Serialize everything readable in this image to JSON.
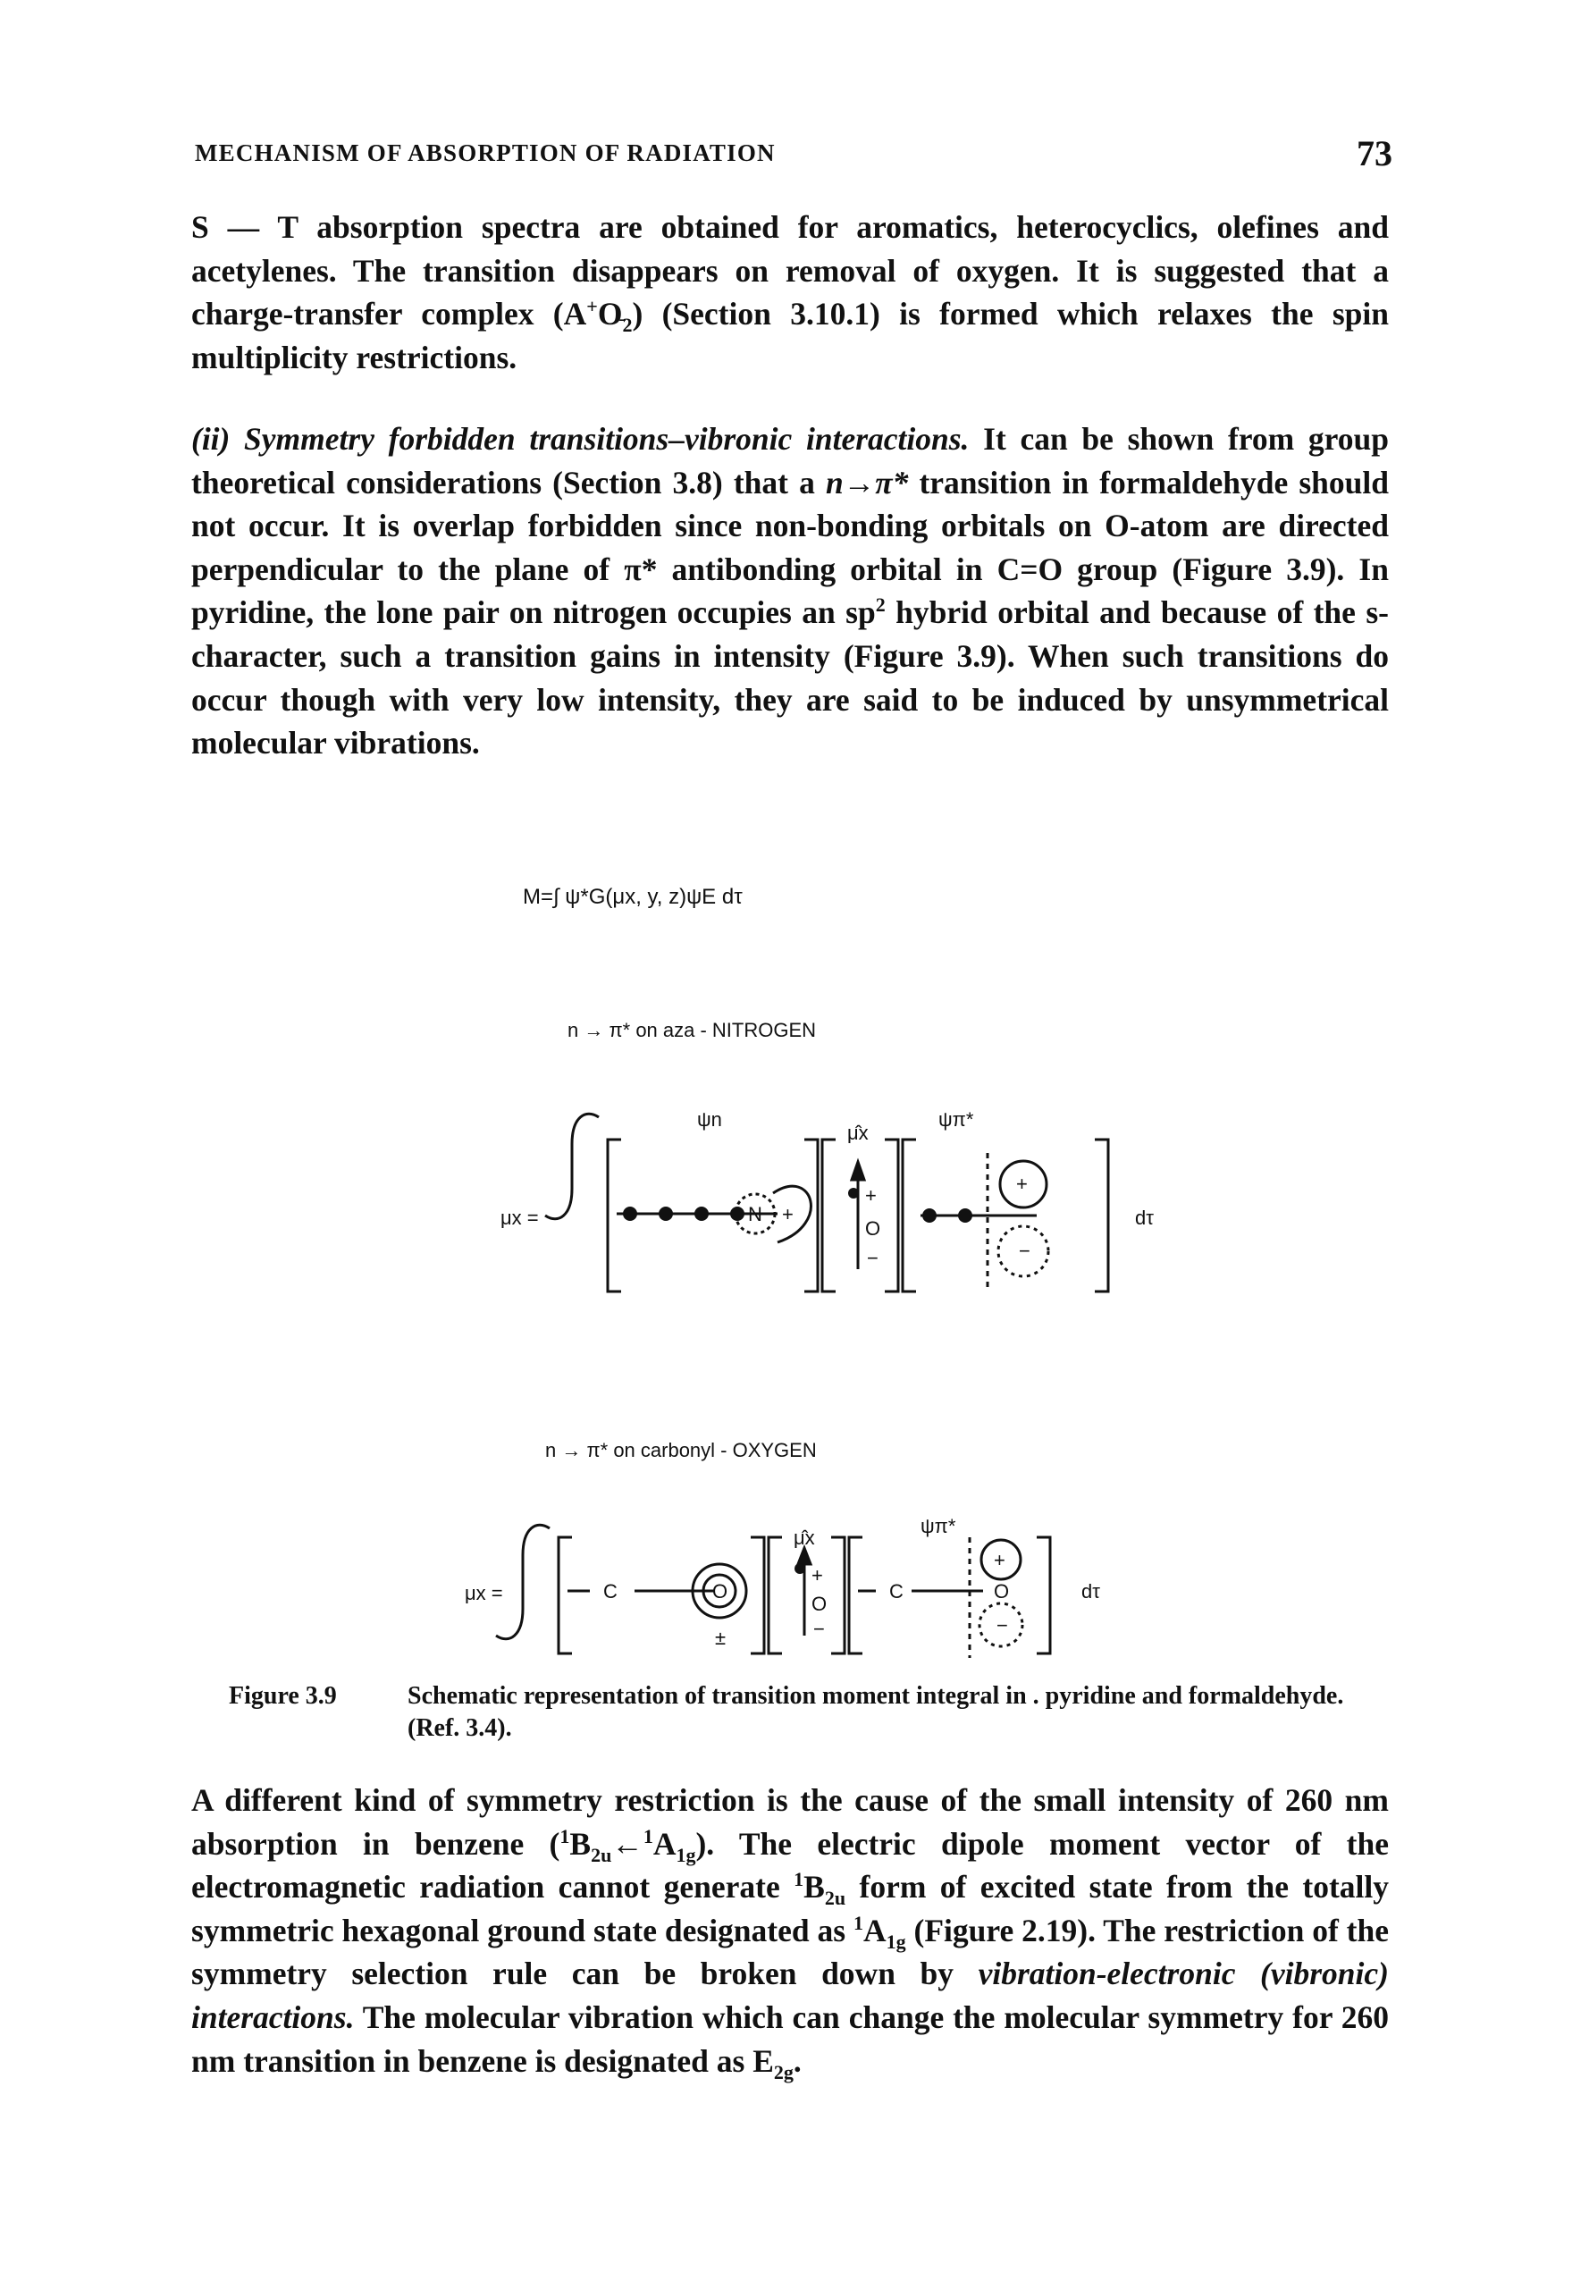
{
  "header": {
    "running_title": "MECHANISM OF ABSORPTION OF RADIATION",
    "page_number": "73"
  },
  "paragraphs": {
    "p1_a": "S — T absorption spectra are obtained for aromatics, heterocyclics, olefines and acetylenes. The transition disappears on removal of oxygen. It is suggested that a charge-transfer complex (A",
    "p1_b": "+",
    "p1_c": "O",
    "p1_d": "̄2",
    "p1_e": ") (Section 3.10.1) is formed which relaxes the spin multiplicity restrictions.",
    "p2_title": "(ii) Symmetry forbidden transitions–vibronic interactions.",
    "p2_a": " It can be shown from group theoretical considerations (Section 3.8) that a ",
    "p2_nstar": "n→π*",
    "p2_b": " transition in formaldehyde should not occur. It is overlap forbidden since non-bonding orbitals on O-atom are directed perpendicular to the plane of π* antibonding orbital in C=O group (Figure 3.9). In pyridine, the lone pair on nitrogen occupies an sp",
    "p2_sup": "2",
    "p2_c": " hybrid orbital and because of the s-character, such a transition gains in intensity (Figure 3.9). When such transitions do occur though with very low intensity, they are said to be induced by unsymmetrical molecular vibrations.",
    "p3_a": "A different kind of symmetry restriction is the cause of the small intensity of 260 nm absorption in benzene (",
    "p3_b1_sup": "1",
    "p3_b1": "B",
    "p3_b1_sub": "2u",
    "p3_arrow": "←",
    "p3_a1_sup": "1",
    "p3_a1": "A",
    "p3_a1_sub": "1g",
    "p3_c": "). The electric dipole moment vector of the electromagnetic radiation cannot generate ",
    "p3_d_sup": "1",
    "p3_d": "B",
    "p3_d_sub": "2u",
    "p3_e": " form of excited state from the totally symmetric hexagonal ground state designated as ",
    "p3_f_sup": "1",
    "p3_f": "A",
    "p3_f_sub": "1g",
    "p3_g": " (Figure 2.19). The restriction of the symmetry selection rule can be broken down by ",
    "p3_h": "vibration-electronic (vibronic) interactions.",
    "p3_i": " The molecular vibration which can change the molecular symmetry for 260 nm transition in benzene is designated as E",
    "p3_i_sub": "2g",
    "p3_j": "."
  },
  "figure": {
    "equation": "M=∫ ψ*G(μx, y, z)ψE dτ",
    "label_top": "n → π* on aza - NITROGEN",
    "label_bottom": "n → π* on carbonyl - OXYGEN",
    "mu_x": "μx =",
    "psi_n": "ψn",
    "psi_pi": "ψπ*",
    "mu_hat": "μ̂x",
    "d_tau": "dτ",
    "N": "N",
    "O": "O",
    "C": "C",
    "plus": "+",
    "minus": "−",
    "plusminus": "±"
  },
  "caption": {
    "label": "Figure 3.9",
    "text": "Schematic representation of transition moment integral in . pyridine and formaldehyde. (Ref. 3.4)."
  }
}
